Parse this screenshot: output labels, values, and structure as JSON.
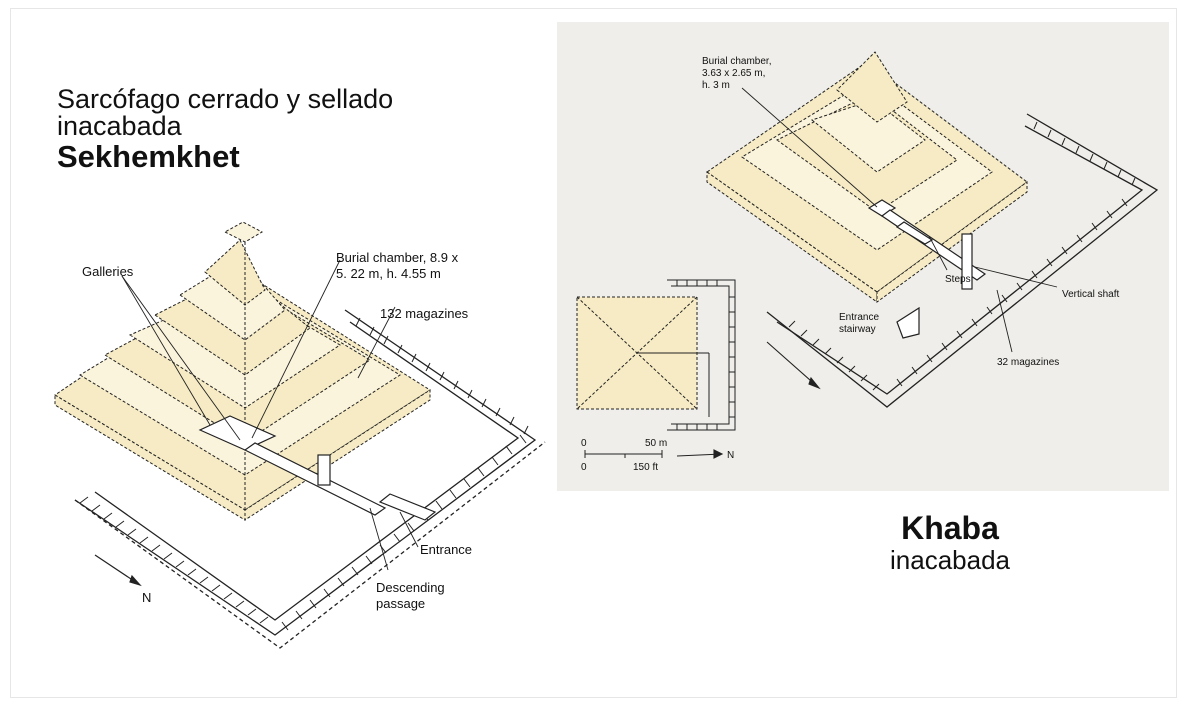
{
  "sekhemkhet": {
    "line1": "Sarcófago cerrado y sellado",
    "line2": "inacabada",
    "name": "Sekhemkhet",
    "labels": {
      "galleries": "Galleries",
      "burial_1": "Burial chamber, 8.9 x",
      "burial_2": "5. 22 m, h. 4.55 m",
      "magazines": "132 magazines",
      "entrance": "Entrance",
      "descending_1": "Descending",
      "descending_2": "passage",
      "north": "N"
    }
  },
  "khaba": {
    "name": "Khaba",
    "sub": "inacabada",
    "labels": {
      "burial_1": "Burial chamber,",
      "burial_2": "3.63 x 2.65 m,",
      "burial_3": "h. 3 m",
      "steps": "Steps",
      "vertical_shaft": "Vertical shaft",
      "entrance_1": "Entrance",
      "entrance_2": "stairway",
      "magazines": "32 magazines",
      "scale_m_0": "0",
      "scale_m": "50 m",
      "scale_ft_0": "0",
      "scale_ft": "150 ft",
      "north": "N"
    }
  },
  "colors": {
    "fill": "#f6ebc4",
    "line": "#222222",
    "panel": "#efeeea"
  }
}
